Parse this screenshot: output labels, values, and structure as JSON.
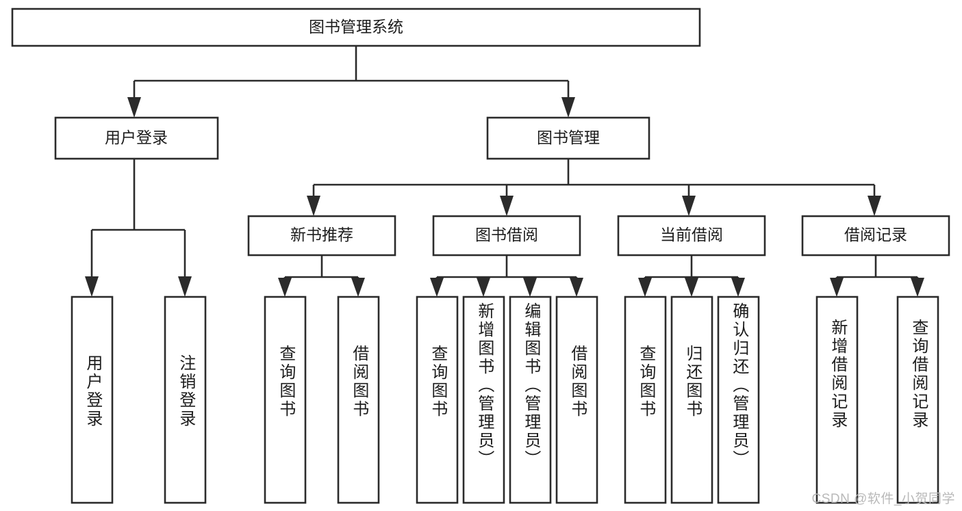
{
  "diagram": {
    "title": "图书管理系统",
    "type": "hierarchy-tree",
    "watermark": "CSDN @软件_小贺同学",
    "colors": {
      "stroke": "#2b2b2b",
      "box_fill": "#ffffff",
      "text": "#1c1c1c",
      "watermark": "#b9b9b9",
      "background": "#ffffff"
    },
    "levels": {
      "root": {
        "label": "图书管理系统"
      },
      "level2": [
        {
          "label": "用户登录"
        },
        {
          "label": "图书管理"
        }
      ],
      "level3": [
        {
          "label": "新书推荐"
        },
        {
          "label": "图书借阅"
        },
        {
          "label": "当前借阅"
        },
        {
          "label": "借阅记录"
        }
      ],
      "leaves": [
        {
          "label": "用户登录",
          "parent": "用户登录"
        },
        {
          "label": "注销登录",
          "parent": "用户登录"
        },
        {
          "label": "查询图书",
          "parent": "新书推荐"
        },
        {
          "label": "借阅图书",
          "parent": "新书推荐"
        },
        {
          "label": "查询图书",
          "parent": "图书借阅"
        },
        {
          "label": "新增图书（管理员）",
          "parent": "图书借阅"
        },
        {
          "label": "编辑图书（管理员）",
          "parent": "图书借阅"
        },
        {
          "label": "借阅图书",
          "parent": "图书借阅"
        },
        {
          "label": "查询图书",
          "parent": "当前借阅"
        },
        {
          "label": "归还图书",
          "parent": "当前借阅"
        },
        {
          "label": "确认归还（管理员）",
          "parent": "当前借阅"
        },
        {
          "label": "新增借阅记录",
          "parent": "借阅记录"
        },
        {
          "label": "查询借阅记录",
          "parent": "借阅记录"
        }
      ]
    }
  }
}
